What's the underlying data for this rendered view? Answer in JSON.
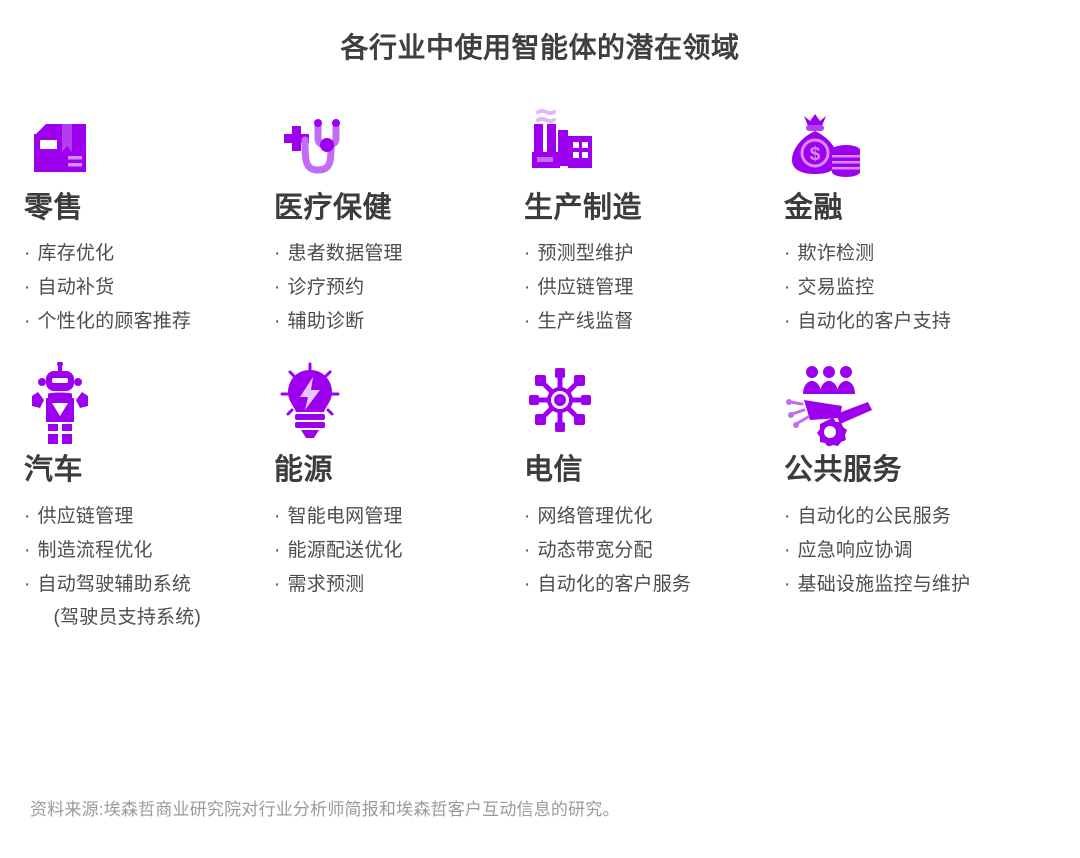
{
  "title": "各行业中使用智能体的潜在领域",
  "theme": {
    "accent": "#9d00ef",
    "accent_light": "#c46bf5",
    "title_color": "#3f3f3f",
    "body_color": "#4d4d4d",
    "footer_color": "#9a9a9a",
    "background": "#ffffff"
  },
  "bullet_glyph": "·",
  "categories": [
    {
      "icon": "package-box-icon",
      "name": "零售",
      "items": [
        "库存优化",
        "自动补货",
        "个性化的顾客推荐"
      ]
    },
    {
      "icon": "stethoscope-icon",
      "name": "医疗保健",
      "items": [
        "患者数据管理",
        "诊疗预约",
        "辅助诊断"
      ]
    },
    {
      "icon": "factory-icon",
      "name": "生产制造",
      "items": [
        "预测型维护",
        "供应链管理",
        "生产线监督"
      ]
    },
    {
      "icon": "money-bag-icon",
      "name": "金融",
      "items": [
        "欺诈检测",
        "交易监控",
        "自动化的客户支持"
      ]
    },
    {
      "icon": "robot-icon",
      "name": "汽车",
      "items": [
        "供应链管理",
        "制造流程优化",
        "自动驾驶辅助系统"
      ],
      "item_sub": "(驾驶员支持系统)"
    },
    {
      "icon": "lightbulb-bolt-icon",
      "name": "能源",
      "items": [
        "智能电网管理",
        "能源配送优化",
        "需求预测"
      ]
    },
    {
      "icon": "network-hub-icon",
      "name": "电信",
      "items": [
        "网络管理优化",
        "动态带宽分配",
        "自动化的客户服务"
      ]
    },
    {
      "icon": "public-service-icon",
      "name": "公共服务",
      "items": [
        "自动化的公民服务",
        "应急响应协调",
        "基础设施监控与维护"
      ]
    }
  ],
  "footer": "资料来源:埃森哲商业研究院对行业分析师简报和埃森哲客户互动信息的研究。"
}
